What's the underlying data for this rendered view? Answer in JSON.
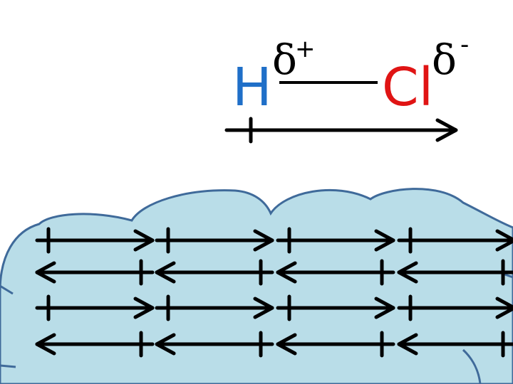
{
  "molecule": {
    "left_atom": "H",
    "right_atom": "Cl",
    "left_charge_symbol": "δ",
    "left_charge_sign": "+",
    "right_charge_symbol": "δ",
    "right_charge_sign": "-"
  },
  "colors": {
    "hydrogen": "#1F6FC8",
    "chlorine": "#E01414",
    "bond": "#000000",
    "dipole_arrow": "#000000",
    "cloud_fill": "#B9DDE8",
    "cloud_stroke": "#3F6A9A"
  },
  "dipole_field": {
    "rows": 4,
    "columns": 4,
    "row_directions": [
      "right",
      "left",
      "right",
      "left"
    ]
  }
}
